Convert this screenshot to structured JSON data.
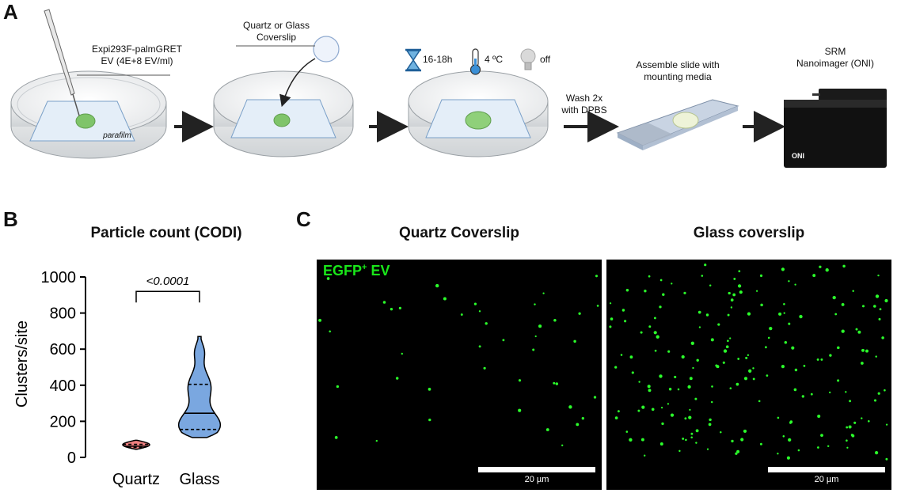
{
  "panel_a": {
    "letter": "A",
    "step1_label": "Expi293F-palmGRET\nEV (4E+8 EV/ml)",
    "parafilm_label": "parafilm",
    "step2_label": "Quartz or Glass\nCoverslip",
    "conditions": [
      {
        "icon": "hourglass-icon",
        "label": "16-18h"
      },
      {
        "icon": "thermometer-icon",
        "label": "4 ºC"
      },
      {
        "icon": "lightbulb-icon",
        "label": "off"
      }
    ],
    "wash_label": "Wash 2x\nwith DPBS",
    "assemble_label": "Assemble slide with\nmounting media",
    "srm_label": "SRM\nNanoimager (ONI)",
    "oni_brand": "ONI"
  },
  "panel_b": {
    "letter": "B",
    "title": "Particle count (CODI)",
    "pvalue": "<0.0001"
  },
  "panel_c": {
    "letter": "C",
    "left_title": "Quartz Coverslip",
    "right_title": "Glass coverslip",
    "egfp_label": "EGFP",
    "egfp_sup": "+",
    "egfp_suffix": " EV",
    "scale_label": "20 µm"
  },
  "colors": {
    "quartz": "#f08080",
    "glass": "#7aa7e0",
    "dot": "#2bff2b",
    "droplet": "#7fc46a"
  },
  "chart_data": {
    "type": "violin",
    "title": "Particle count (CODI)",
    "xlabel": "",
    "ylabel": "Clusters/site",
    "ylim": [
      0,
      1000
    ],
    "yticks": [
      0,
      200,
      400,
      600,
      800,
      1000
    ],
    "categories": [
      "Quartz",
      "Glass"
    ],
    "series": [
      {
        "category": "Quartz",
        "min": 45,
        "q1": 55,
        "median": 62,
        "q3": 72,
        "max": 95
      },
      {
        "category": "Glass",
        "min": 110,
        "q1": 155,
        "median": 245,
        "q3": 405,
        "max": 670
      }
    ],
    "annotation": "<0.0001"
  }
}
